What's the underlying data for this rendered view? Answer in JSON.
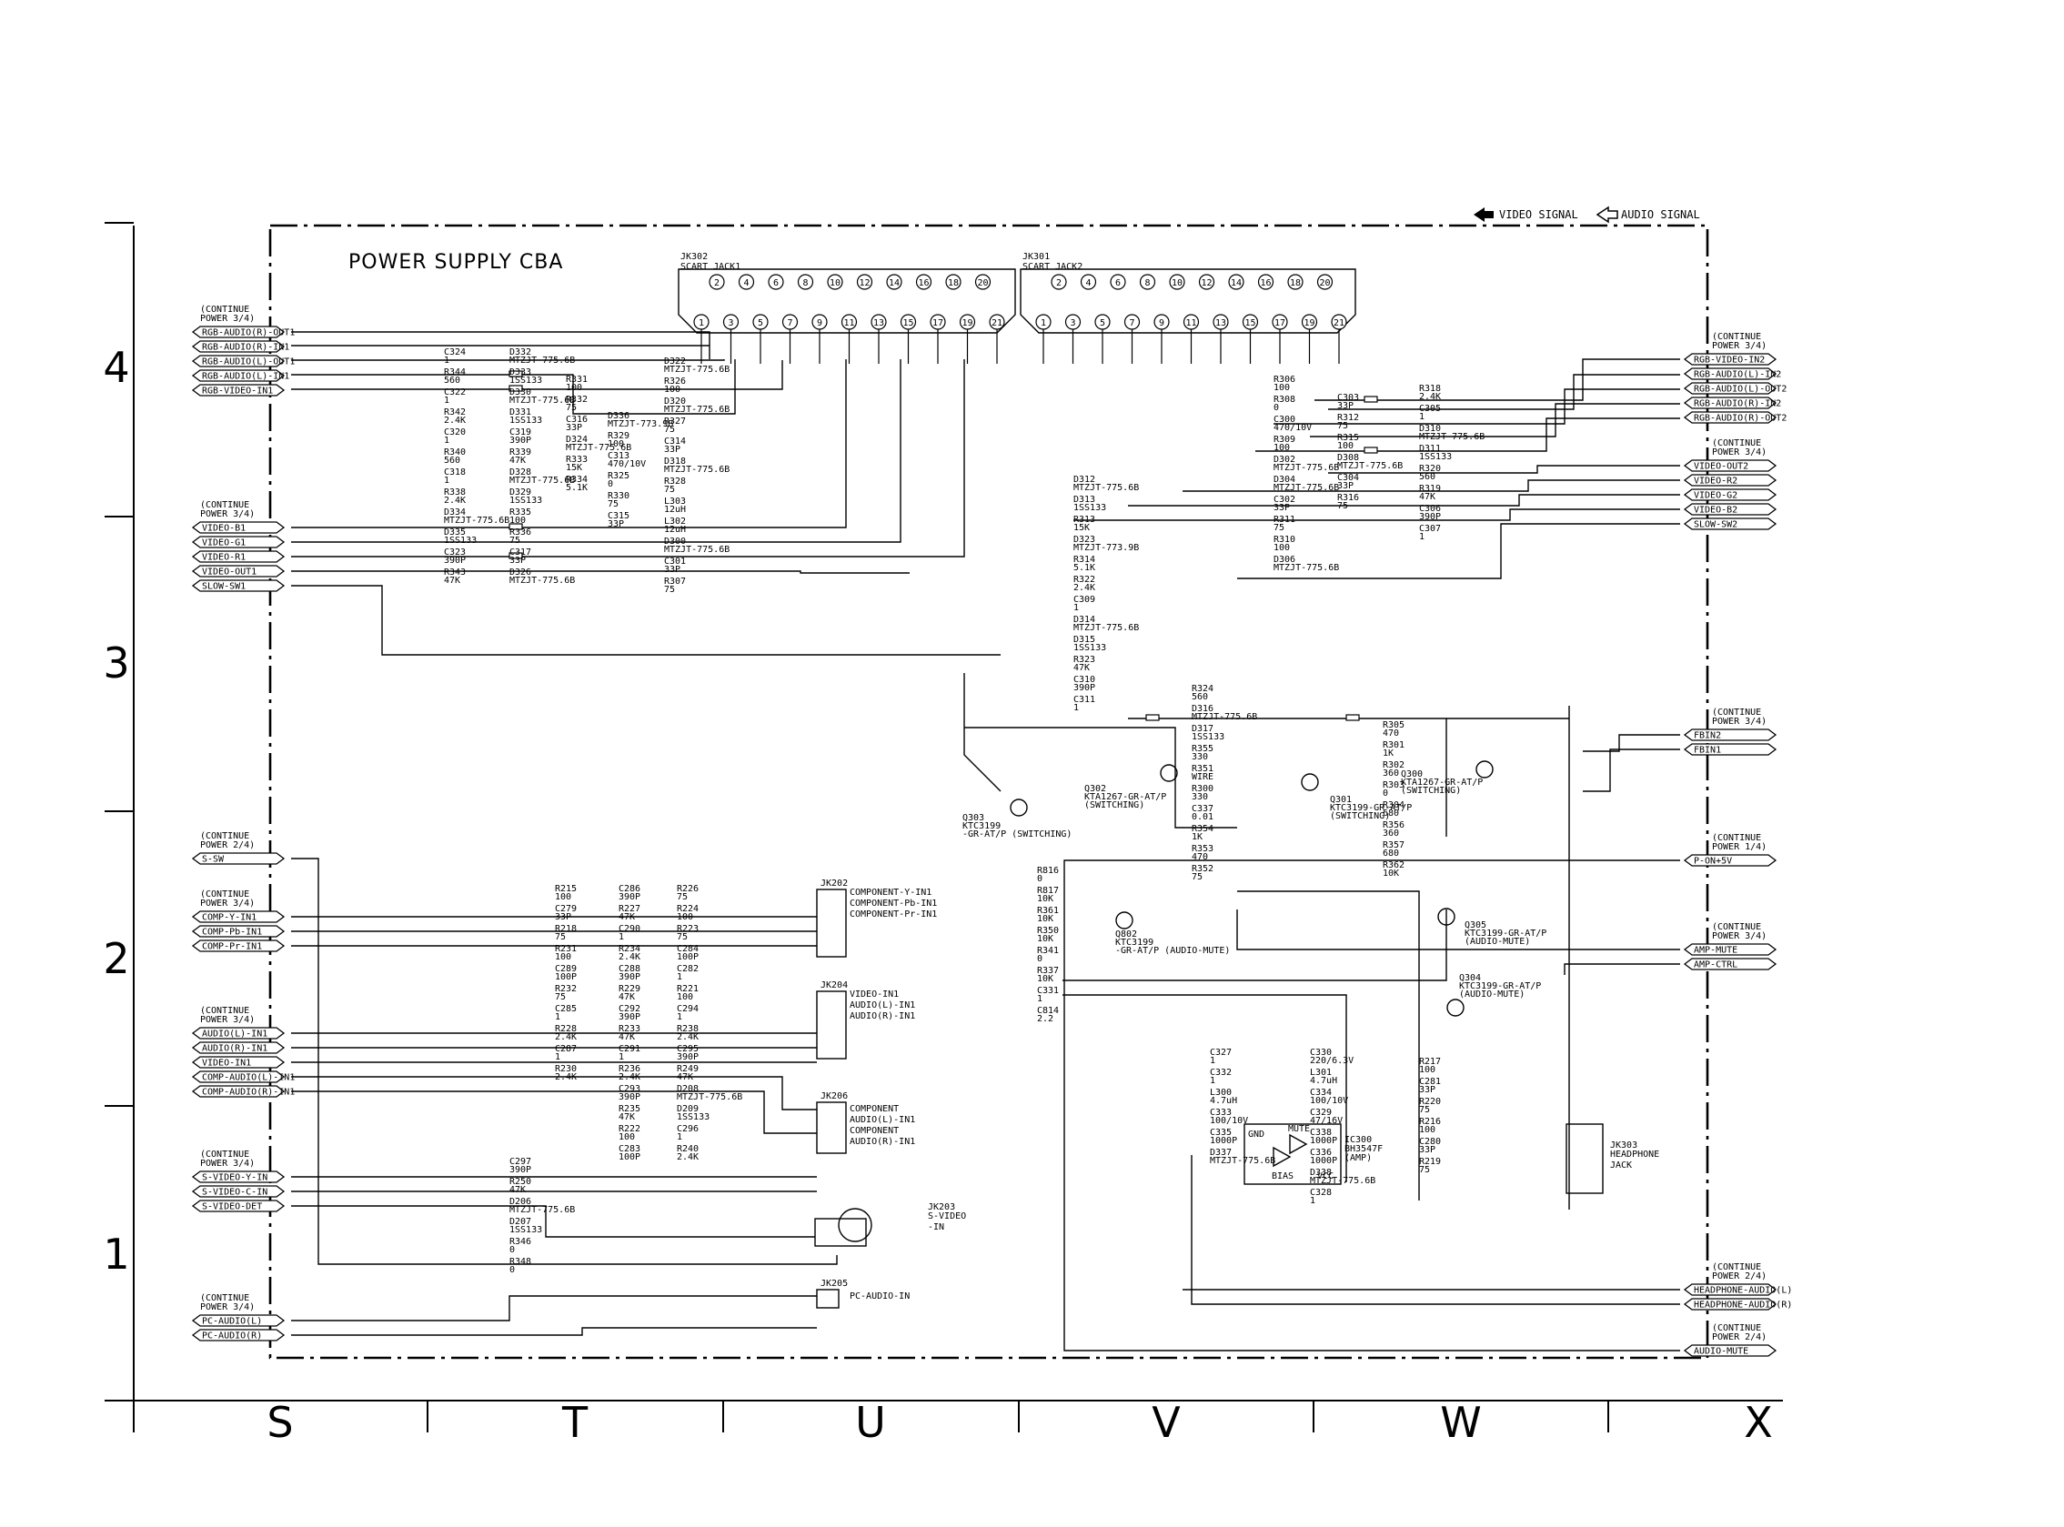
{
  "title": "POWER SUPPLY CBA",
  "legend": {
    "video": "VIDEO SIGNAL",
    "audio": "AUDIO SIGNAL"
  },
  "grid_rows": [
    "4",
    "3",
    "2",
    "1"
  ],
  "grid_cols": [
    "S",
    "T",
    "U",
    "V",
    "W",
    "X"
  ],
  "jacks": [
    {
      "ref": "JK302",
      "name": "SCART JACK1",
      "top": [
        "2",
        "4",
        "6",
        "8",
        "10",
        "12",
        "14",
        "16",
        "18",
        "20"
      ],
      "bot": [
        "1",
        "3",
        "5",
        "7",
        "9",
        "11",
        "13",
        "15",
        "17",
        "19",
        "21"
      ]
    },
    {
      "ref": "JK301",
      "name": "SCART JACK2",
      "top": [
        "2",
        "4",
        "6",
        "8",
        "10",
        "12",
        "14",
        "16",
        "18",
        "20"
      ],
      "bot": [
        "1",
        "3",
        "5",
        "7",
        "9",
        "11",
        "13",
        "15",
        "17",
        "19",
        "21"
      ]
    }
  ],
  "left_groups": [
    {
      "cont": [
        "(CONTINUE",
        "POWER 3/4)"
      ],
      "signals": [
        "RGB-AUDIO(R)-OUT1",
        "RGB-AUDIO(R)-IN1",
        "RGB-AUDIO(L)-OUT1",
        "RGB-AUDIO(L)-IN1",
        "RGB-VIDEO-IN1"
      ]
    },
    {
      "cont": [
        "(CONTINUE",
        "POWER 3/4)"
      ],
      "signals": [
        "VIDEO-B1",
        "VIDEO-G1",
        "VIDEO-R1",
        "VIDEO-OUT1",
        "SLOW-SW1"
      ]
    },
    {
      "cont": [
        "(CONTINUE",
        "POWER 2/4)"
      ],
      "signals": [
        "S-SW"
      ]
    },
    {
      "cont": [
        "(CONTINUE",
        "POWER 3/4)"
      ],
      "signals": [
        "COMP-Y-IN1",
        "COMP-Pb-IN1",
        "COMP-Pr-IN1"
      ]
    },
    {
      "cont": [
        "(CONTINUE",
        "POWER 3/4)"
      ],
      "signals": [
        "AUDIO(L)-IN1",
        "AUDIO(R)-IN1",
        "VIDEO-IN1",
        "COMP-AUDIO(L)-IN1",
        "COMP-AUDIO(R)-IN1"
      ]
    },
    {
      "cont": [
        "(CONTINUE",
        "POWER 3/4)"
      ],
      "signals": [
        "S-VIDEO-Y-IN",
        "S-VIDEO-C-IN",
        "S-VIDEO-DET"
      ]
    },
    {
      "cont": [
        "(CONTINUE",
        "POWER 3/4)"
      ],
      "signals": [
        "PC-AUDIO(L)",
        "PC-AUDIO(R)"
      ]
    }
  ],
  "right_groups": [
    {
      "cont": [
        "(CONTINUE",
        "POWER 3/4)"
      ],
      "signals": [
        "RGB-VIDEO-IN2",
        "RGB-AUDIO(L)-IN2",
        "RGB-AUDIO(L)-OUT2",
        "RGB-AUDIO(R)-IN2",
        "RGB-AUDIO(R)-OUT2"
      ]
    },
    {
      "cont": [
        "(CONTINUE",
        "POWER 3/4)"
      ],
      "signals": [
        "VIDEO-OUT2",
        "VIDEO-R2",
        "VIDEO-G2",
        "VIDEO-B2",
        "SLOW-SW2"
      ]
    },
    {
      "cont": [
        "(CONTINUE",
        "POWER 3/4)"
      ],
      "signals": [
        "FBIN2",
        "FBIN1"
      ]
    },
    {
      "cont": [
        "(CONTINUE",
        "POWER 1/4)"
      ],
      "signals": [
        "P-ON+5V"
      ]
    },
    {
      "cont": [
        "(CONTINUE",
        "POWER 3/4)"
      ],
      "signals": [
        "AMP-MUTE",
        "AMP-CTRL"
      ]
    },
    {
      "cont": [
        "(CONTINUE",
        "POWER 2/4)"
      ],
      "signals": [
        "HEADPHONE-AUDIO(L)",
        "HEADPHONE-AUDIO(R)"
      ]
    },
    {
      "cont": [
        "(CONTINUE",
        "POWER 2/4)"
      ],
      "signals": [
        "AUDIO-MUTE"
      ]
    }
  ],
  "components": [
    {
      "ref": "C324",
      "val": "1"
    },
    {
      "ref": "R344",
      "val": "560"
    },
    {
      "ref": "C322",
      "val": "1"
    },
    {
      "ref": "R342",
      "val": "2.4K"
    },
    {
      "ref": "C320",
      "val": "1"
    },
    {
      "ref": "R340",
      "val": "560"
    },
    {
      "ref": "C318",
      "val": "1"
    },
    {
      "ref": "R338",
      "val": "2.4K"
    },
    {
      "ref": "D334",
      "val": "MTZJT-775.6B"
    },
    {
      "ref": "D335",
      "val": "1SS133"
    },
    {
      "ref": "C323",
      "val": "390P"
    },
    {
      "ref": "R343",
      "val": "47K"
    },
    {
      "ref": "D332",
      "val": "MTZJT-775.6B"
    },
    {
      "ref": "D333",
      "val": "1SS133"
    },
    {
      "ref": "D330",
      "val": "MTZJT-775.6B"
    },
    {
      "ref": "D331",
      "val": "1SS133"
    },
    {
      "ref": "C319",
      "val": "390P"
    },
    {
      "ref": "R339",
      "val": "47K"
    },
    {
      "ref": "D328",
      "val": "MTZJT-775.6B"
    },
    {
      "ref": "D329",
      "val": "1SS133"
    },
    {
      "ref": "R335",
      "val": "100"
    },
    {
      "ref": "R336",
      "val": "75"
    },
    {
      "ref": "C317",
      "val": "33P"
    },
    {
      "ref": "D326",
      "val": "MTZJT-775.6B"
    },
    {
      "ref": "R331",
      "val": "100"
    },
    {
      "ref": "R332",
      "val": "75"
    },
    {
      "ref": "C316",
      "val": "33P"
    },
    {
      "ref": "D324",
      "val": "MTZJT-775.6B"
    },
    {
      "ref": "R333",
      "val": "15K"
    },
    {
      "ref": "R334",
      "val": "5.1K"
    },
    {
      "ref": "D336",
      "val": "MTZJT-773.9B"
    },
    {
      "ref": "R329",
      "val": "100"
    },
    {
      "ref": "C313",
      "val": "470/10V"
    },
    {
      "ref": "R325",
      "val": "0"
    },
    {
      "ref": "R330",
      "val": "75"
    },
    {
      "ref": "C315",
      "val": "33P"
    },
    {
      "ref": "D322",
      "val": "MTZJT-775.6B"
    },
    {
      "ref": "R326",
      "val": "100"
    },
    {
      "ref": "D320",
      "val": "MTZJT-775.6B"
    },
    {
      "ref": "R327",
      "val": "75"
    },
    {
      "ref": "C314",
      "val": "33P"
    },
    {
      "ref": "D318",
      "val": "MTZJT-775.6B"
    },
    {
      "ref": "R328",
      "val": "75"
    },
    {
      "ref": "L303",
      "val": "12uH"
    },
    {
      "ref": "L302",
      "val": "12uH"
    },
    {
      "ref": "D300",
      "val": "MTZJT-775.6B"
    },
    {
      "ref": "C301",
      "val": "33P"
    },
    {
      "ref": "R307",
      "val": "75"
    },
    {
      "ref": "R306",
      "val": "100"
    },
    {
      "ref": "R308",
      "val": "0"
    },
    {
      "ref": "C300",
      "val": "470/10V"
    },
    {
      "ref": "R309",
      "val": "100"
    },
    {
      "ref": "D302",
      "val": "MTZJT-775.6B"
    },
    {
      "ref": "D304",
      "val": "MTZJT-775.6B"
    },
    {
      "ref": "C302",
      "val": "33P"
    },
    {
      "ref": "R311",
      "val": "75"
    },
    {
      "ref": "R310",
      "val": "100"
    },
    {
      "ref": "D306",
      "val": "MTZJT-775.6B"
    },
    {
      "ref": "C303",
      "val": "33P"
    },
    {
      "ref": "R312",
      "val": "75"
    },
    {
      "ref": "R315",
      "val": "100"
    },
    {
      "ref": "D308",
      "val": "MTZJT-775.6B"
    },
    {
      "ref": "C304",
      "val": "33P"
    },
    {
      "ref": "R316",
      "val": "75"
    },
    {
      "ref": "R318",
      "val": "2.4K"
    },
    {
      "ref": "C305",
      "val": "1"
    },
    {
      "ref": "D310",
      "val": "MTZJT-775.6B"
    },
    {
      "ref": "D311",
      "val": "1SS133"
    },
    {
      "ref": "R320",
      "val": "560"
    },
    {
      "ref": "R319",
      "val": "47K"
    },
    {
      "ref": "C306",
      "val": "390P"
    },
    {
      "ref": "C307",
      "val": "1"
    },
    {
      "ref": "D312",
      "val": "MTZJT-775.6B"
    },
    {
      "ref": "D313",
      "val": "1SS133"
    },
    {
      "ref": "R313",
      "val": "15K"
    },
    {
      "ref": "D323",
      "val": "MTZJT-773.9B"
    },
    {
      "ref": "R314",
      "val": "5.1K"
    },
    {
      "ref": "R322",
      "val": "2.4K"
    },
    {
      "ref": "C309",
      "val": "1"
    },
    {
      "ref": "D314",
      "val": "MTZJT-775.6B"
    },
    {
      "ref": "D315",
      "val": "1SS133"
    },
    {
      "ref": "R323",
      "val": "47K"
    },
    {
      "ref": "C310",
      "val": "390P"
    },
    {
      "ref": "C311",
      "val": "1"
    },
    {
      "ref": "R324",
      "val": "560"
    },
    {
      "ref": "D316",
      "val": "MTZJT-775.6B"
    },
    {
      "ref": "D317",
      "val": "1SS133"
    },
    {
      "ref": "R355",
      "val": "330"
    },
    {
      "ref": "R351",
      "val": "WIRE"
    },
    {
      "ref": "R300",
      "val": "330"
    },
    {
      "ref": "C337",
      "val": "0.01"
    },
    {
      "ref": "R354",
      "val": "1K"
    },
    {
      "ref": "R353",
      "val": "470"
    },
    {
      "ref": "R352",
      "val": "75"
    },
    {
      "ref": "R305",
      "val": "470"
    },
    {
      "ref": "R301",
      "val": "1K"
    },
    {
      "ref": "R302",
      "val": "360"
    },
    {
      "ref": "R303",
      "val": "0"
    },
    {
      "ref": "R304",
      "val": "680"
    },
    {
      "ref": "R356",
      "val": "360"
    },
    {
      "ref": "R357",
      "val": "680"
    },
    {
      "ref": "R362",
      "val": "10K"
    },
    {
      "ref": "R816",
      "val": "0"
    },
    {
      "ref": "R817",
      "val": "10K"
    },
    {
      "ref": "R361",
      "val": "10K"
    },
    {
      "ref": "R350",
      "val": "10K"
    },
    {
      "ref": "R341",
      "val": "0"
    },
    {
      "ref": "R337",
      "val": "10K"
    },
    {
      "ref": "C331",
      "val": "1"
    },
    {
      "ref": "C814",
      "val": "2.2"
    },
    {
      "ref": "C327",
      "val": "1"
    },
    {
      "ref": "C332",
      "val": "1"
    },
    {
      "ref": "L300",
      "val": "4.7uH"
    },
    {
      "ref": "C333",
      "val": "100/10V"
    },
    {
      "ref": "C335",
      "val": "1000P"
    },
    {
      "ref": "D337",
      "val": "MTZJT-775.6B"
    },
    {
      "ref": "C330",
      "val": "220/6.3V"
    },
    {
      "ref": "L301",
      "val": "4.7uH"
    },
    {
      "ref": "C334",
      "val": "100/10V"
    },
    {
      "ref": "C329",
      "val": "47/16V"
    },
    {
      "ref": "C338",
      "val": "1000P"
    },
    {
      "ref": "C336",
      "val": "1000P"
    },
    {
      "ref": "D338",
      "val": "MTZJT-775.6B"
    },
    {
      "ref": "C328",
      "val": "1"
    },
    {
      "ref": "R217",
      "val": "100"
    },
    {
      "ref": "C281",
      "val": "33P"
    },
    {
      "ref": "R220",
      "val": "75"
    },
    {
      "ref": "R216",
      "val": "100"
    },
    {
      "ref": "C280",
      "val": "33P"
    },
    {
      "ref": "R219",
      "val": "75"
    },
    {
      "ref": "R215",
      "val": "100"
    },
    {
      "ref": "C279",
      "val": "33P"
    },
    {
      "ref": "R218",
      "val": "75"
    },
    {
      "ref": "R231",
      "val": "100"
    },
    {
      "ref": "C289",
      "val": "100P"
    },
    {
      "ref": "R232",
      "val": "75"
    },
    {
      "ref": "C285",
      "val": "1"
    },
    {
      "ref": "R228",
      "val": "2.4K"
    },
    {
      "ref": "C287",
      "val": "1"
    },
    {
      "ref": "R230",
      "val": "2.4K"
    },
    {
      "ref": "C286",
      "val": "390P"
    },
    {
      "ref": "R227",
      "val": "47K"
    },
    {
      "ref": "C290",
      "val": "1"
    },
    {
      "ref": "R234",
      "val": "2.4K"
    },
    {
      "ref": "C288",
      "val": "390P"
    },
    {
      "ref": "R229",
      "val": "47K"
    },
    {
      "ref": "C292",
      "val": "390P"
    },
    {
      "ref": "R233",
      "val": "47K"
    },
    {
      "ref": "C291",
      "val": "1"
    },
    {
      "ref": "R236",
      "val": "2.4K"
    },
    {
      "ref": "C293",
      "val": "390P"
    },
    {
      "ref": "R235",
      "val": "47K"
    },
    {
      "ref": "R222",
      "val": "100"
    },
    {
      "ref": "C283",
      "val": "100P"
    },
    {
      "ref": "R226",
      "val": "75"
    },
    {
      "ref": "R224",
      "val": "100"
    },
    {
      "ref": "R223",
      "val": "75"
    },
    {
      "ref": "C284",
      "val": "100P"
    },
    {
      "ref": "C282",
      "val": "1"
    },
    {
      "ref": "R221",
      "val": "100"
    },
    {
      "ref": "C294",
      "val": "1"
    },
    {
      "ref": "R238",
      "val": "2.4K"
    },
    {
      "ref": "C295",
      "val": "390P"
    },
    {
      "ref": "R249",
      "val": "47K"
    },
    {
      "ref": "D208",
      "val": "MTZJT-775.6B"
    },
    {
      "ref": "D209",
      "val": "1SS133"
    },
    {
      "ref": "C296",
      "val": "1"
    },
    {
      "ref": "R240",
      "val": "2.4K"
    },
    {
      "ref": "C297",
      "val": "390P"
    },
    {
      "ref": "R250",
      "val": "47K"
    },
    {
      "ref": "D206",
      "val": "MTZJT-775.6B"
    },
    {
      "ref": "D207",
      "val": "1SS133"
    },
    {
      "ref": "R346",
      "val": "0"
    },
    {
      "ref": "R348",
      "val": "0"
    }
  ],
  "transistors": [
    {
      "ref": "Q302",
      "part": "KTA1267-GR-AT/P",
      "note": "(SWITCHING)"
    },
    {
      "ref": "Q303",
      "part": "KTC3199",
      "note": "-GR-AT/P (SWITCHING)"
    },
    {
      "ref": "Q301",
      "part": "KTC3199-GR-AT/P",
      "note": "(SWITCHING)"
    },
    {
      "ref": "Q300",
      "part": "KTA1267-GR-AT/P",
      "note": "(SWITCHING)"
    },
    {
      "ref": "Q802",
      "part": "KTC3199",
      "note": "-GR-AT/P (AUDIO-MUTE)"
    },
    {
      "ref": "Q305",
      "part": "KTC3199-GR-AT/P",
      "note": "(AUDIO-MUTE)"
    },
    {
      "ref": "Q304",
      "part": "KTC3199-GR-AT/P",
      "note": "(AUDIO-MUTE)"
    }
  ],
  "ic": {
    "ref": "IC300",
    "part": "BH3547F",
    "note": "(AMP)",
    "pins": [
      "GND",
      "MUTE",
      "BIAS",
      "VCC"
    ]
  },
  "connectors": [
    {
      "ref": "JK202",
      "labels": [
        "COMPONENT-Y-IN1",
        "COMPONENT-Pb-IN1",
        "COMPONENT-Pr-IN1"
      ]
    },
    {
      "ref": "JK204",
      "labels": [
        "VIDEO-IN1",
        "AUDIO(L)-IN1",
        "AUDIO(R)-IN1"
      ]
    },
    {
      "ref": "JK206",
      "labels": [
        "COMPONENT",
        "AUDIO(L)-IN1",
        "COMPONENT",
        "AUDIO(R)-IN1"
      ]
    },
    {
      "ref": "JK203",
      "labels": [
        "S-VIDEO",
        "-IN"
      ]
    },
    {
      "ref": "JK205",
      "labels": [
        "PC-AUDIO-IN"
      ]
    },
    {
      "ref": "JK303",
      "labels": [
        "HEADPHONE",
        "JACK"
      ]
    }
  ]
}
